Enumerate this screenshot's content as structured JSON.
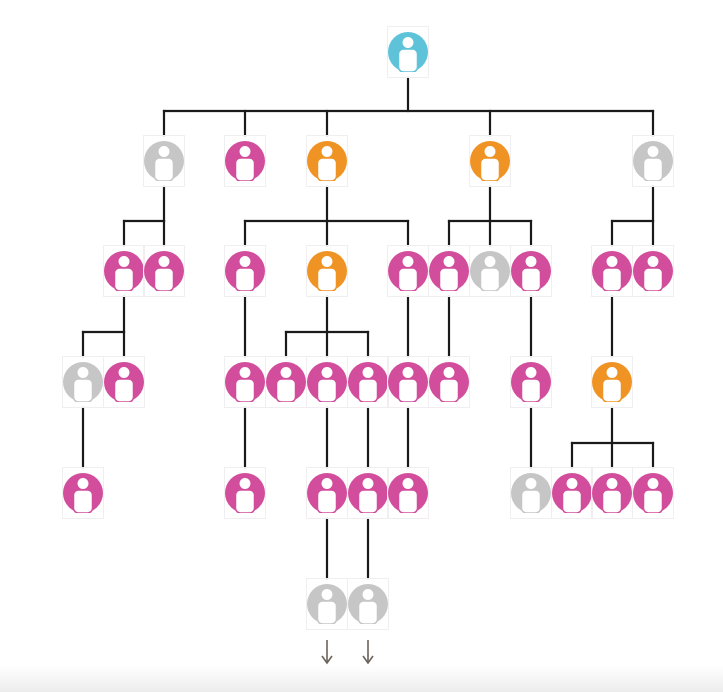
{
  "colors": {
    "cyan": "#5ec3d8",
    "magenta": "#d24d9c",
    "orange": "#ef9424",
    "gray": "#c6c6c6",
    "line": "#1a1a1a",
    "arrow": "#6b625a"
  },
  "icon": "person-icon",
  "nodes": [
    {
      "id": "root",
      "color": "cyan"
    },
    {
      "id": "l1-1",
      "color": "gray"
    },
    {
      "id": "l1-2",
      "color": "magenta"
    },
    {
      "id": "l1-3",
      "color": "orange"
    },
    {
      "id": "l1-4",
      "color": "orange"
    },
    {
      "id": "l1-5",
      "color": "gray"
    },
    {
      "id": "l2-1",
      "color": "magenta"
    },
    {
      "id": "l2-2",
      "color": "magenta"
    },
    {
      "id": "l2-3",
      "color": "magenta"
    },
    {
      "id": "l2-4",
      "color": "orange"
    },
    {
      "id": "l2-5",
      "color": "magenta"
    },
    {
      "id": "l2-6",
      "color": "magenta"
    },
    {
      "id": "l2-7",
      "color": "gray"
    },
    {
      "id": "l2-8",
      "color": "magenta"
    },
    {
      "id": "l2-9",
      "color": "magenta"
    },
    {
      "id": "l2-10",
      "color": "magenta"
    },
    {
      "id": "l3-1",
      "color": "gray"
    },
    {
      "id": "l3-2",
      "color": "magenta"
    },
    {
      "id": "l3-3",
      "color": "magenta"
    },
    {
      "id": "l3-4",
      "color": "magenta"
    },
    {
      "id": "l3-5",
      "color": "magenta"
    },
    {
      "id": "l3-6",
      "color": "magenta"
    },
    {
      "id": "l3-7",
      "color": "magenta"
    },
    {
      "id": "l3-8",
      "color": "magenta"
    },
    {
      "id": "l3-9",
      "color": "magenta"
    },
    {
      "id": "l3-10",
      "color": "orange"
    },
    {
      "id": "l4-1",
      "color": "magenta"
    },
    {
      "id": "l4-2",
      "color": "magenta"
    },
    {
      "id": "l4-3",
      "color": "magenta"
    },
    {
      "id": "l4-4",
      "color": "magenta"
    },
    {
      "id": "l4-5",
      "color": "magenta"
    },
    {
      "id": "l4-6",
      "color": "gray"
    },
    {
      "id": "l4-7",
      "color": "magenta"
    },
    {
      "id": "l4-8",
      "color": "magenta"
    },
    {
      "id": "l4-9",
      "color": "magenta"
    },
    {
      "id": "l5-1",
      "color": "gray"
    },
    {
      "id": "l5-2",
      "color": "gray"
    }
  ],
  "edges": [
    [
      "root",
      "l1-1"
    ],
    [
      "root",
      "l1-2"
    ],
    [
      "root",
      "l1-3"
    ],
    [
      "root",
      "l1-4"
    ],
    [
      "root",
      "l1-5"
    ],
    [
      "l1-1",
      "l2-1"
    ],
    [
      "l1-1",
      "l2-2"
    ],
    [
      "l1-3",
      "l2-3"
    ],
    [
      "l1-3",
      "l2-4"
    ],
    [
      "l1-3",
      "l2-5"
    ],
    [
      "l1-4",
      "l2-6"
    ],
    [
      "l1-4",
      "l2-7"
    ],
    [
      "l1-4",
      "l2-8"
    ],
    [
      "l1-5",
      "l2-9"
    ],
    [
      "l1-5",
      "l2-10"
    ],
    [
      "l2-1",
      "l3-1"
    ],
    [
      "l2-1",
      "l3-2"
    ],
    [
      "l2-3",
      "l3-3"
    ],
    [
      "l2-4",
      "l3-4"
    ],
    [
      "l2-4",
      "l3-5"
    ],
    [
      "l2-4",
      "l3-6"
    ],
    [
      "l2-5",
      "l3-7"
    ],
    [
      "l2-6",
      "l3-8"
    ],
    [
      "l2-8",
      "l3-9"
    ],
    [
      "l2-9",
      "l3-10"
    ],
    [
      "l3-1",
      "l4-1"
    ],
    [
      "l3-3",
      "l4-2"
    ],
    [
      "l3-5",
      "l4-3"
    ],
    [
      "l3-6",
      "l4-4"
    ],
    [
      "l3-7",
      "l4-5"
    ],
    [
      "l3-9",
      "l4-6"
    ],
    [
      "l3-10",
      "l4-7"
    ],
    [
      "l3-10",
      "l4-8"
    ],
    [
      "l3-10",
      "l4-9"
    ],
    [
      "l4-3",
      "l5-1"
    ],
    [
      "l4-4",
      "l5-2"
    ]
  ],
  "continues": [
    "l5-1",
    "l5-2"
  ]
}
